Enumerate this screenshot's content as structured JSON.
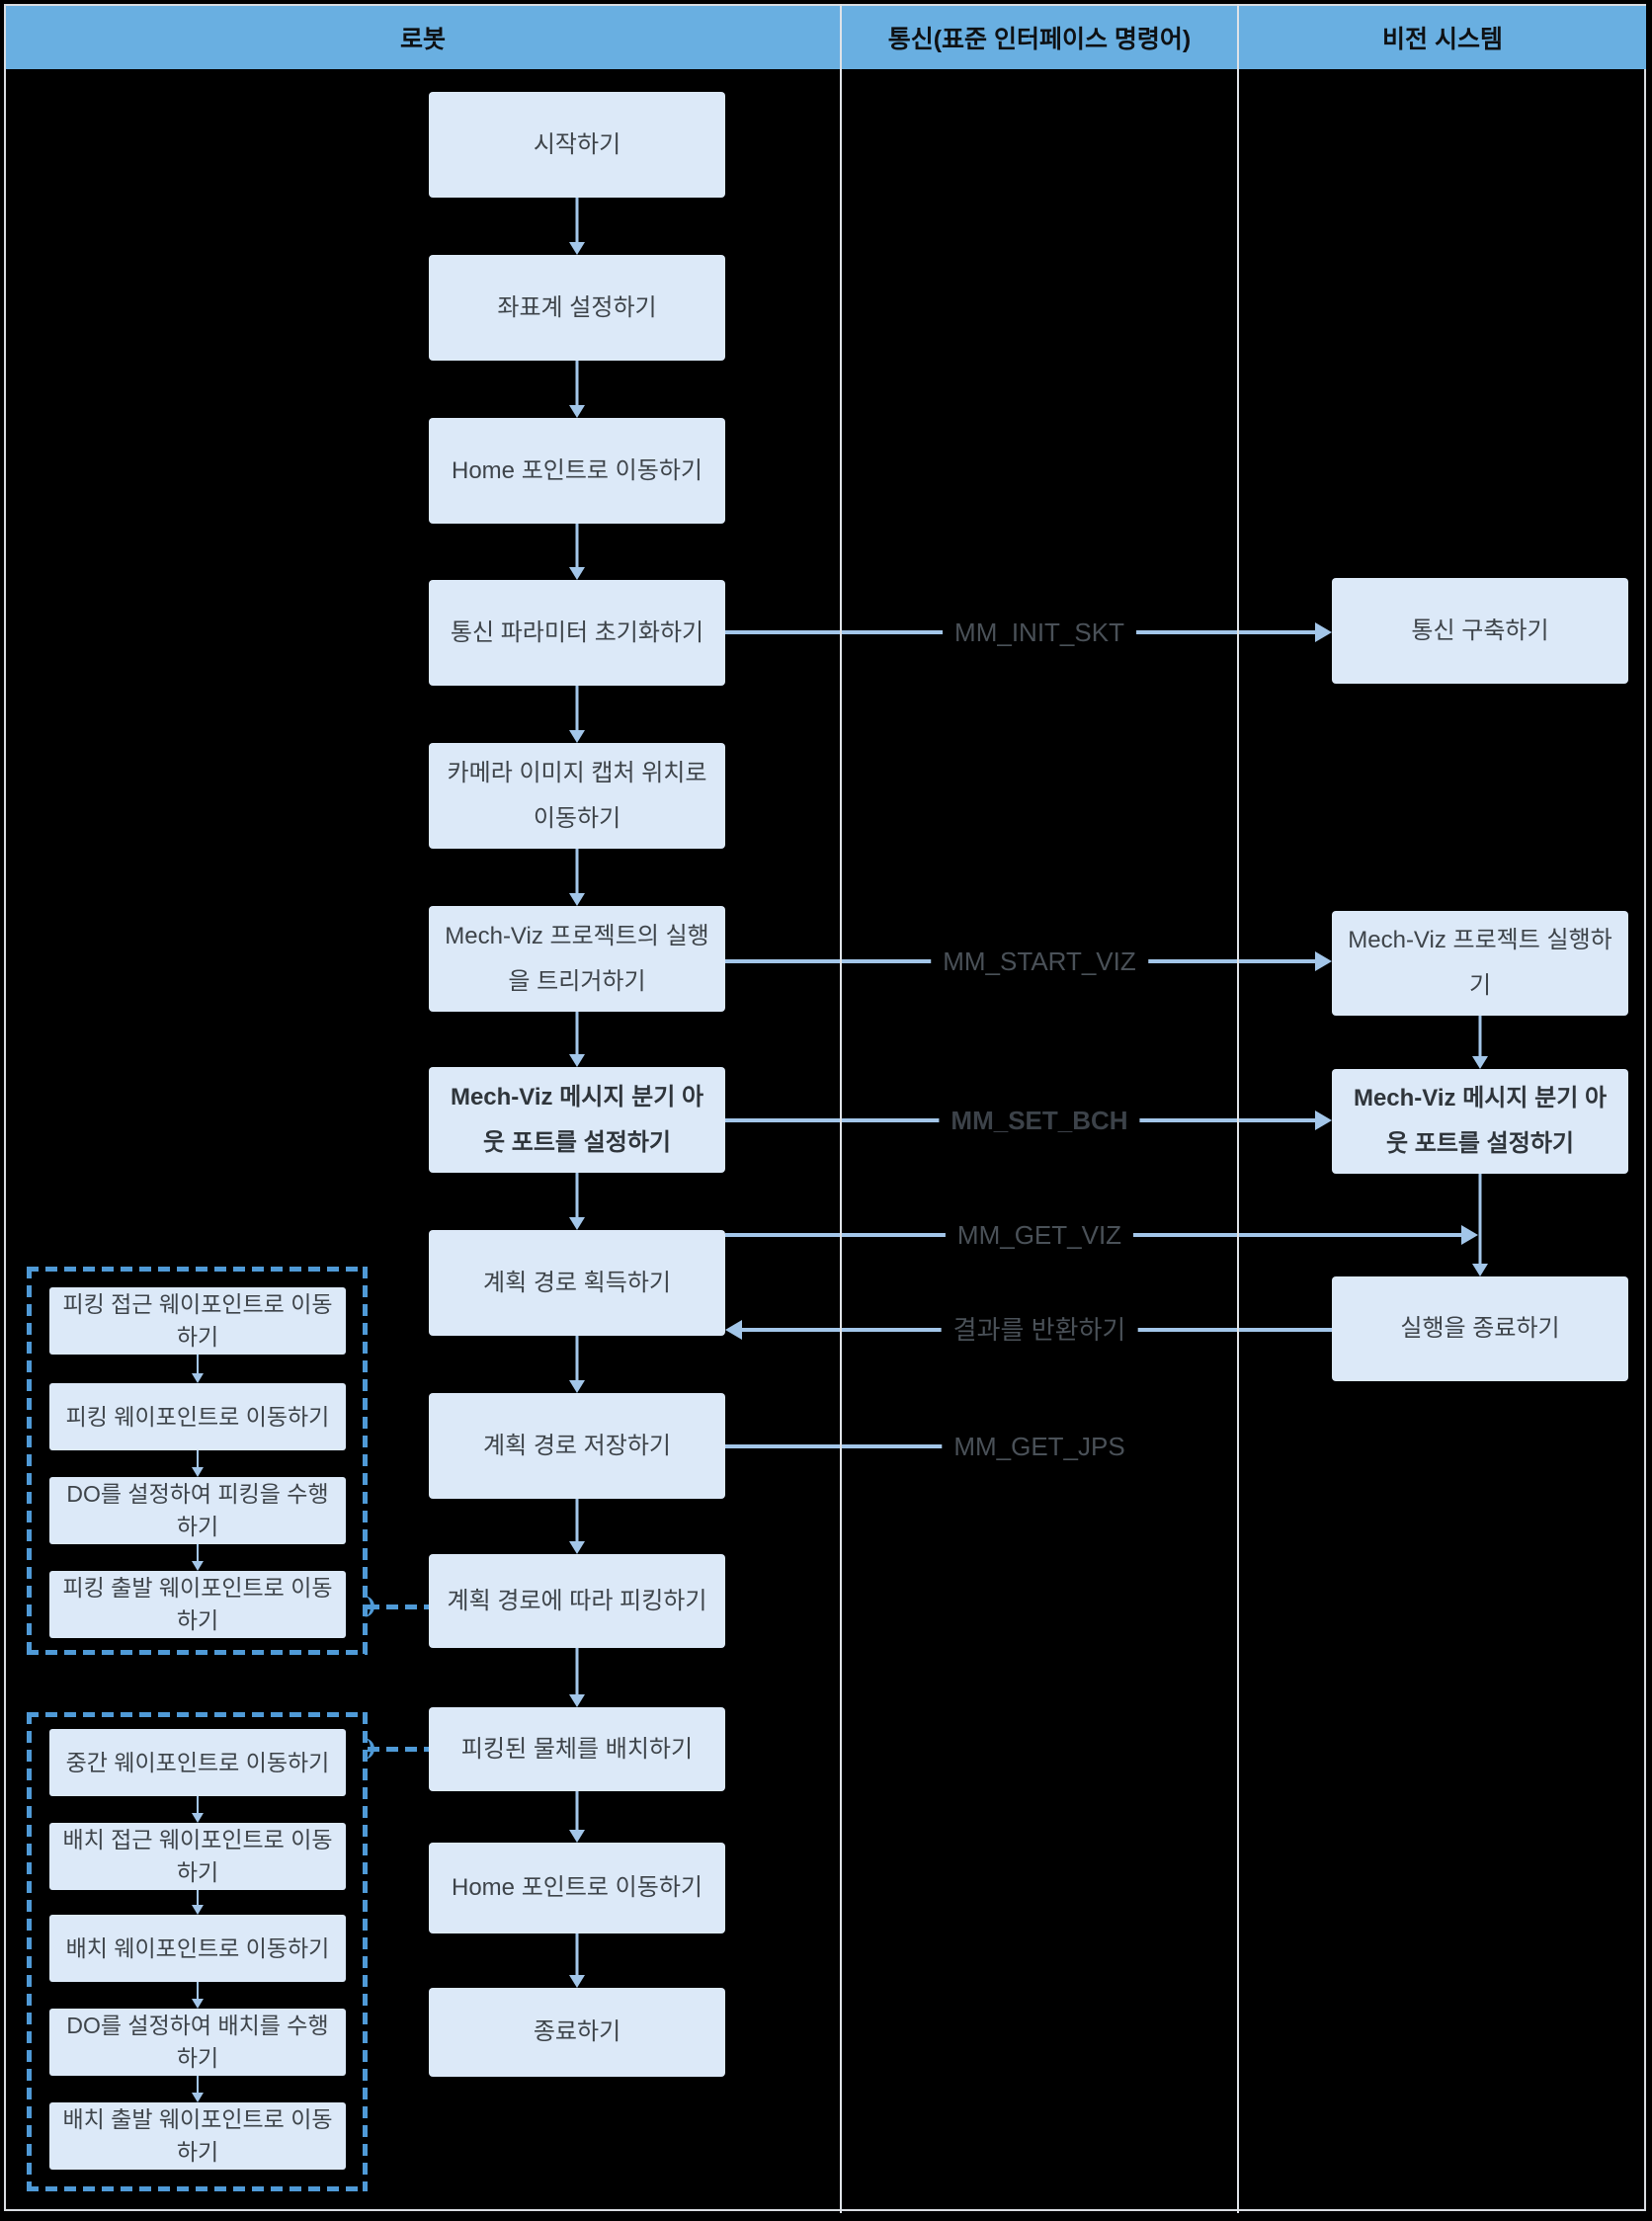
{
  "header": {
    "columns": [
      {
        "label": "로봇"
      },
      {
        "label": "통신(표준 인터페이스 명령어)"
      },
      {
        "label": "비전 시스템"
      }
    ]
  },
  "robot_flow": [
    {
      "text": "시작하기",
      "bold": false
    },
    {
      "text": "좌표계 설정하기",
      "bold": false
    },
    {
      "text": "Home 포인트로 이동하기",
      "bold": false
    },
    {
      "text": "통신 파라미터 초기화하기",
      "bold": false
    },
    {
      "text": "카메라 이미지 캡처 위치로 이동하기",
      "bold": false
    },
    {
      "text": "Mech-Viz 프로젝트의 실행을 트리거하기",
      "bold": false
    },
    {
      "text": "Mech-Viz 메시지 분기 아웃 포트를 설정하기",
      "bold": true
    },
    {
      "text": "계획 경로 획득하기",
      "bold": false
    },
    {
      "text": "계획 경로 저장하기",
      "bold": false
    },
    {
      "text": "계획 경로에 따라 피킹하기",
      "bold": false
    },
    {
      "text": "피킹된 물체를 배치하기",
      "bold": false
    },
    {
      "text": "Home 포인트로 이동하기",
      "bold": false
    },
    {
      "text": "종료하기",
      "bold": false
    }
  ],
  "vision_flow": [
    {
      "text": "통신 구축하기",
      "bold": false
    },
    {
      "text": "Mech-Viz 프로젝트 실행하기",
      "bold": false
    },
    {
      "text": "Mech-Viz 메시지 분기 아웃 포트를 설정하기",
      "bold": true
    },
    {
      "text": "실행을 종료하기",
      "bold": false
    }
  ],
  "picking_group": {
    "steps": [
      {
        "text": "피킹 접근 웨이포인트로 이동하기"
      },
      {
        "text": "피킹 웨이포인트로 이동하기"
      },
      {
        "text": "DO를 설정하여 피킹을 수행하기"
      },
      {
        "text": "피킹 출발 웨이포인트로 이동하기"
      }
    ]
  },
  "placing_group": {
    "steps": [
      {
        "text": "중간 웨이포인트로 이동하기"
      },
      {
        "text": "배치 접근 웨이포인트로 이동하기"
      },
      {
        "text": "배치 웨이포인트로 이동하기"
      },
      {
        "text": "DO를 설정하여 배치를 수행하기"
      },
      {
        "text": "배치 출발 웨이포인트로 이동하기"
      }
    ]
  },
  "messages": [
    {
      "label": "MM_INIT_SKT",
      "bold": false
    },
    {
      "label": "MM_START_VIZ",
      "bold": false
    },
    {
      "label": "MM_SET_BCH",
      "bold": true
    },
    {
      "label": "MM_GET_VIZ",
      "bold": false
    },
    {
      "label": "결과를 반환하기",
      "bold": false
    },
    {
      "label": "MM_GET_JPS",
      "bold": false
    }
  ],
  "colors": {
    "background": "#000000",
    "header_bg": "#69AFE1",
    "node_bg": "#DCE9F8",
    "node_text": "#3E444A",
    "arrow": "#A3C6E9",
    "dashed_group": "#4F9AD7",
    "divider": "#DFE3E8",
    "message_text": "#4A5158"
  }
}
